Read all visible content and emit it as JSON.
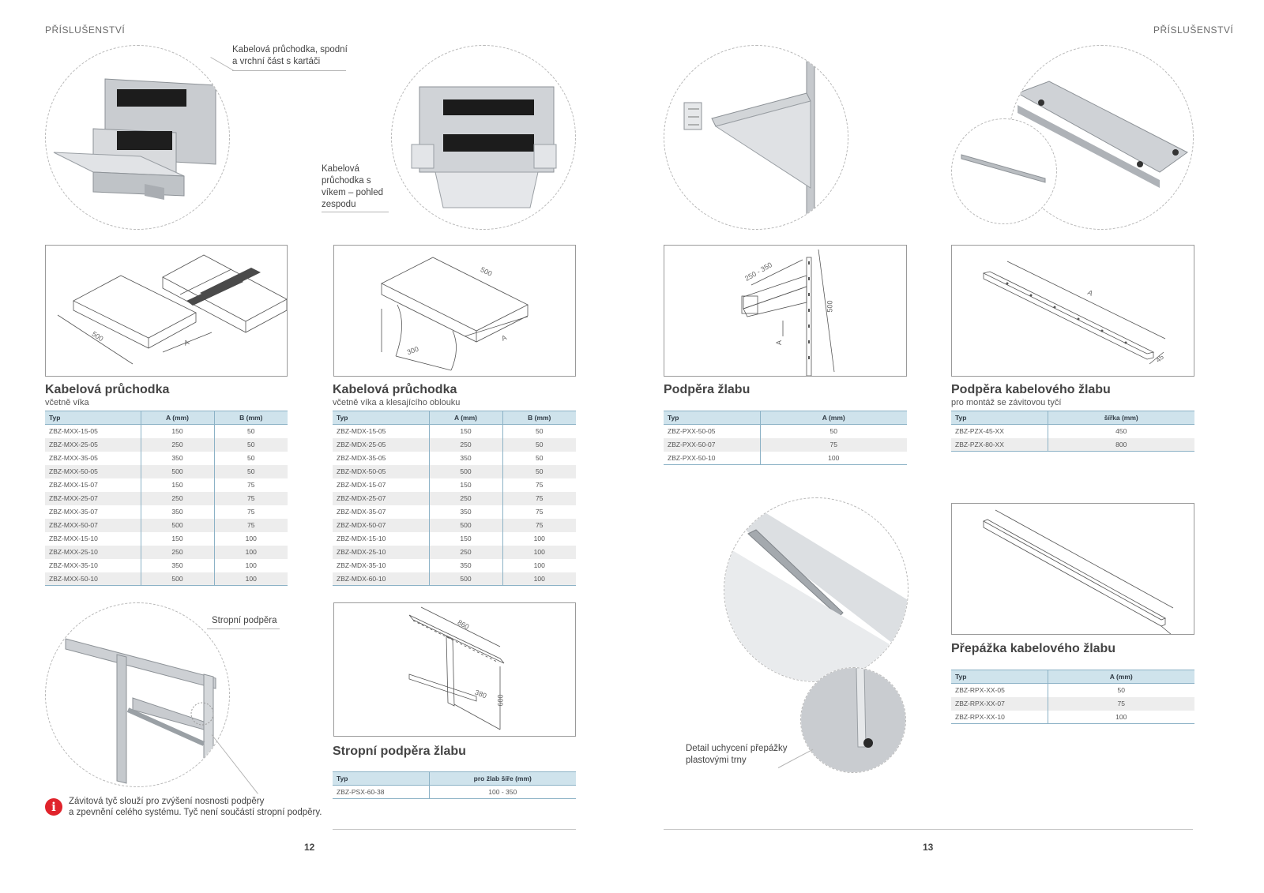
{
  "header": {
    "left_label": "PŘÍSLUŠENSTVÍ",
    "right_label": "PŘÍSLUŠENSTVÍ"
  },
  "callouts": {
    "brushes": "Kabelová průchodka, spodní a vrchní část s kartáči",
    "bottom_view": "Kabelová průchodka s víkem – pohled zespodu",
    "ceiling": "Stropní podpěra",
    "detail": "Detail uchycení přepážky plastovými trny"
  },
  "dimensions": {
    "d1_a": "500",
    "d1_b": "A",
    "d2_a": "500",
    "d2_b": "300",
    "d2_c": "A",
    "d3_a": "250 - 350",
    "d3_b": "500",
    "d3_c": "A",
    "d4_a": "A",
    "d4_b": "45",
    "d5_a": "860",
    "d5_b": "380",
    "d5_c": "600"
  },
  "product1": {
    "title": "Kabelová průchodka",
    "subtitle": "včetně víka",
    "columns": [
      "Typ",
      "A (mm)",
      "B (mm)"
    ],
    "rows": [
      [
        "ZBZ-MXX-15-05",
        "150",
        "50"
      ],
      [
        "ZBZ-MXX-25-05",
        "250",
        "50"
      ],
      [
        "ZBZ-MXX-35-05",
        "350",
        "50"
      ],
      [
        "ZBZ-MXX-50-05",
        "500",
        "50"
      ],
      [
        "ZBZ-MXX-15-07",
        "150",
        "75"
      ],
      [
        "ZBZ-MXX-25-07",
        "250",
        "75"
      ],
      [
        "ZBZ-MXX-35-07",
        "350",
        "75"
      ],
      [
        "ZBZ-MXX-50-07",
        "500",
        "75"
      ],
      [
        "ZBZ-MXX-15-10",
        "150",
        "100"
      ],
      [
        "ZBZ-MXX-25-10",
        "250",
        "100"
      ],
      [
        "ZBZ-MXX-35-10",
        "350",
        "100"
      ],
      [
        "ZBZ-MXX-50-10",
        "500",
        "100"
      ]
    ]
  },
  "product2": {
    "title": "Kabelová průchodka",
    "subtitle": "včetně víka a klesajícího oblouku",
    "columns": [
      "Typ",
      "A (mm)",
      "B (mm)"
    ],
    "rows": [
      [
        "ZBZ-MDX-15-05",
        "150",
        "50"
      ],
      [
        "ZBZ-MDX-25-05",
        "250",
        "50"
      ],
      [
        "ZBZ-MDX-35-05",
        "350",
        "50"
      ],
      [
        "ZBZ-MDX-50-05",
        "500",
        "50"
      ],
      [
        "ZBZ-MDX-15-07",
        "150",
        "75"
      ],
      [
        "ZBZ-MDX-25-07",
        "250",
        "75"
      ],
      [
        "ZBZ-MDX-35-07",
        "350",
        "75"
      ],
      [
        "ZBZ-MDX-50-07",
        "500",
        "75"
      ],
      [
        "ZBZ-MDX-15-10",
        "150",
        "100"
      ],
      [
        "ZBZ-MDX-25-10",
        "250",
        "100"
      ],
      [
        "ZBZ-MDX-35-10",
        "350",
        "100"
      ],
      [
        "ZBZ-MDX-60-10",
        "500",
        "100"
      ]
    ]
  },
  "product3": {
    "title": "Stropní podpěra žlabu",
    "columns": [
      "Typ",
      "pro žlab šíře (mm)"
    ],
    "rows": [
      [
        "ZBZ-PSX-60-38",
        "100 - 350"
      ]
    ]
  },
  "product4": {
    "title": "Podpěra žlabu",
    "columns": [
      "Typ",
      "A (mm)"
    ],
    "rows": [
      [
        "ZBZ-PXX-50-05",
        "50"
      ],
      [
        "ZBZ-PXX-50-07",
        "75"
      ],
      [
        "ZBZ-PXX-50-10",
        "100"
      ]
    ]
  },
  "product5": {
    "title": "Podpěra kabelového žlabu",
    "subtitle": "pro montáž se závitovou tyčí",
    "columns": [
      "Typ",
      "šířka (mm)"
    ],
    "rows": [
      [
        "ZBZ-PZX-45-XX",
        "450"
      ],
      [
        "ZBZ-PZX-80-XX",
        "800"
      ]
    ]
  },
  "product6": {
    "title": "Přepážka kabelového žlabu",
    "columns": [
      "Typ",
      "A (mm)"
    ],
    "rows": [
      [
        "ZBZ-RPX-XX-05",
        "50"
      ],
      [
        "ZBZ-RPX-XX-07",
        "75"
      ],
      [
        "ZBZ-RPX-XX-10",
        "100"
      ]
    ]
  },
  "info_note": {
    "icon": "info-icon",
    "line1": "Závitová tyč slouží pro zvýšení nosnosti podpěry",
    "line2": "a zpevnění celého systému. Tyč není součástí stropní podpěry."
  },
  "footer": {
    "left_page": "12",
    "right_page": "13"
  },
  "colors": {
    "table_header": "#cfe3ec",
    "table_border": "#8cb2c6",
    "info_red": "#e0232b"
  }
}
